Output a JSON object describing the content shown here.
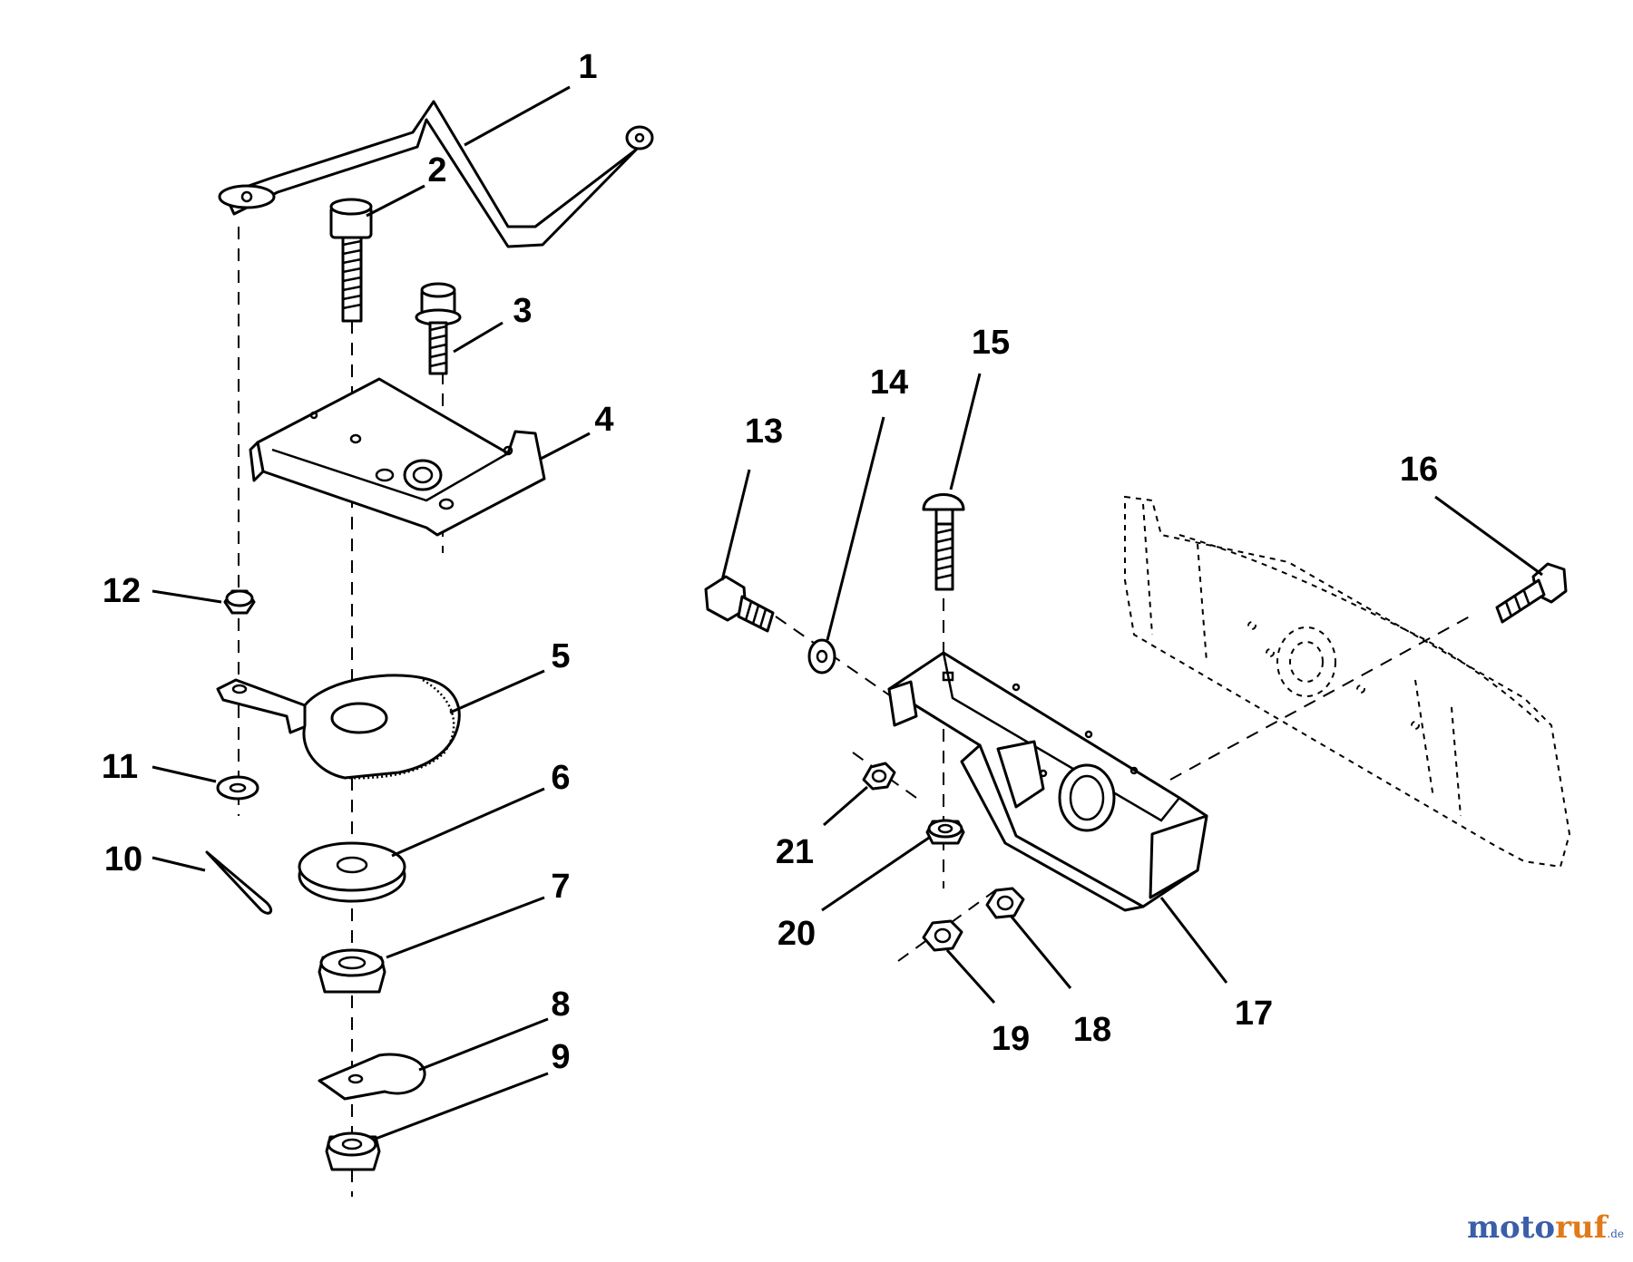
{
  "diagram": {
    "callouts": [
      "1",
      "2",
      "3",
      "4",
      "5",
      "6",
      "7",
      "8",
      "9",
      "10",
      "11",
      "12",
      "13",
      "14",
      "15",
      "16",
      "17",
      "18",
      "19",
      "20",
      "21"
    ]
  },
  "watermark": {
    "part1": "moto",
    "part2": "ruf",
    "tld": ".de"
  }
}
